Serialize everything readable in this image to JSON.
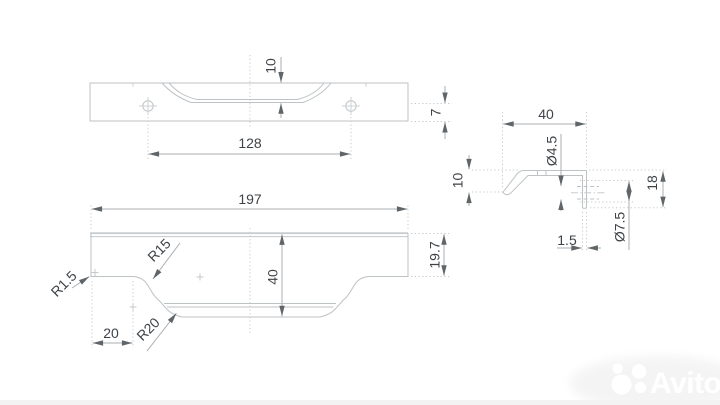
{
  "drawing": {
    "type": "technical-drawing",
    "part": "furniture-handle-profile",
    "front_view": {
      "scoop_depth": "10",
      "hole_spacing": "128",
      "flange_height": "7"
    },
    "plan_view": {
      "overall_length": "197",
      "end_depth": "19.7",
      "middle_depth": "40",
      "end_flat": "20",
      "radius_small": "R1.5",
      "radius_mid": "R15",
      "radius_big": "R20"
    },
    "profile_view": {
      "width": "40",
      "hook_height": "10",
      "hole_dia": "Ø4.5",
      "wall_thickness": "1.5",
      "counterbore_dia": "Ø7.5",
      "height": "18"
    }
  },
  "watermark": {
    "brand": "Avito"
  },
  "colors": {
    "background": "#ffffff",
    "geometry_line": "#bdc2c5",
    "dimension_line": "#a9aeb2",
    "extension_dotted": "#c8cbce",
    "arrow": "#5f6568",
    "dimension_text": "#3f4347",
    "watermark_text": "#ffffff",
    "watermark_halo": "#f6f6f6"
  }
}
